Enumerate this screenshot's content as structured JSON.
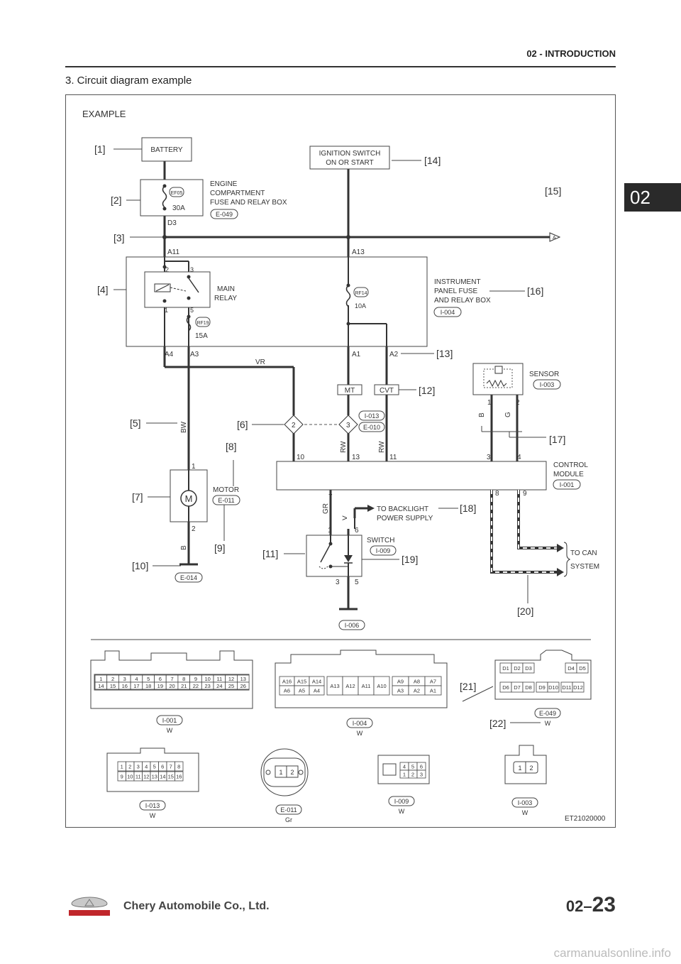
{
  "header": {
    "title": "02 - INTRODUCTION",
    "section": "3.  Circuit diagram example",
    "tab": "02"
  },
  "diagram": {
    "example": "EXAMPLE",
    "code": "ET21020000",
    "callouts": [
      "[1]",
      "[2]",
      "[3]",
      "[4]",
      "[5]",
      "[6]",
      "[7]",
      "[8]",
      "[9]",
      "[10]",
      "[11]",
      "[12]",
      "[13]",
      "[14]",
      "[15]",
      "[16]",
      "[17]",
      "[18]",
      "[19]",
      "[20]",
      "[21]",
      "[22]"
    ],
    "battery": "BATTERY",
    "ignition": [
      "IGNITION SWITCH",
      "ON OR START"
    ],
    "engine_box": [
      "ENGINE",
      "COMPARTMENT",
      "FUSE AND RELAY BOX"
    ],
    "fuse_ef05": "EF05",
    "fuse_ef05_amp": "30A",
    "pin_d3": "D3",
    "pins": {
      "a11": "A11",
      "a13": "A13",
      "a4": "A4",
      "a3": "A3",
      "a1": "A1",
      "a2": "A2"
    },
    "relay": [
      "MAIN",
      "RELAY"
    ],
    "relay_pins": [
      "2",
      "3",
      "1",
      "5"
    ],
    "fuse_rf14": "RF14",
    "fuse_rf14_amp": "10A",
    "fuse_rf19": "RF19",
    "fuse_rf19_amp": "15A",
    "ipanel": [
      "INSTRUMENT",
      "PANEL FUSE",
      "AND RELAY BOX"
    ],
    "sensor": "SENSOR",
    "wires": {
      "vr": "VR",
      "bw": "BW",
      "rw1": "RW",
      "rw2": "RW",
      "b": "B",
      "g": "G",
      "gr": "GR",
      "b2": "B"
    },
    "mt": "MT",
    "cvt": "CVT",
    "splice2": "2",
    "splice3": "3",
    "control": [
      "CONTROL",
      "MODULE"
    ],
    "cm_pins": [
      "10",
      "13",
      "11",
      "3",
      "4",
      "7",
      "8",
      "9"
    ],
    "sensor_pins": [
      "1",
      "2"
    ],
    "motor_pins": [
      "1",
      "2"
    ],
    "motor": "MOTOR",
    "m": "M",
    "switch": "SWITCH",
    "sw_pins": [
      "1",
      "6",
      "3",
      "5"
    ],
    "backlight": [
      "TO BACKLIGHT",
      "POWER SUPPLY"
    ],
    "can": [
      "TO CAN",
      "SYSTEM"
    ],
    "refs": {
      "e049": "E-049",
      "i004": "I-004",
      "i003": "I-003",
      "i013": "I-013",
      "e010": "E-010",
      "i001": "I-001",
      "e011": "E-011",
      "i009": "I-009",
      "e014": "E-014",
      "i006": "I-006"
    },
    "arrow_gt": ">",
    "conn_colors": {
      "w": "W",
      "gr": "Gr"
    },
    "c_i001_row1": [
      "1",
      "2",
      "3",
      "4",
      "5",
      "6",
      "7",
      "8",
      "9",
      "10",
      "11",
      "12",
      "13"
    ],
    "c_i001_row2": [
      "14",
      "15",
      "16",
      "17",
      "18",
      "19",
      "20",
      "21",
      "22",
      "23",
      "24",
      "25",
      "26"
    ],
    "c_i004_l1": [
      "A16",
      "A15",
      "A14"
    ],
    "c_i004_l2": [
      "A6",
      "A5",
      "A4"
    ],
    "c_i004_mid": [
      "A13",
      "A12",
      "A11",
      "A10"
    ],
    "c_i004_r1": [
      "A9",
      "A8",
      "A7"
    ],
    "c_i004_r2": [
      "A3",
      "A2",
      "A1"
    ],
    "c_e049_r1": [
      "D1",
      "D2",
      "D3",
      "D4",
      "D5"
    ],
    "c_e049_r2": [
      "D6",
      "D7",
      "D8",
      "D9",
      "D10",
      "D11",
      "D12"
    ],
    "c_i013_r1": [
      "1",
      "2",
      "3",
      "4",
      "5",
      "6",
      "7",
      "8"
    ],
    "c_i013_r2": [
      "9",
      "10",
      "11",
      "12",
      "13",
      "14",
      "15",
      "16"
    ],
    "c_e011": [
      "1",
      "2"
    ],
    "c_i009_r1": [
      "4",
      "5",
      "6"
    ],
    "c_i009_r2": [
      "1",
      "2",
      "3"
    ],
    "c_i003": [
      "1",
      "2"
    ]
  },
  "footer": {
    "company": "Chery Automobile Co., Ltd.",
    "page_prefix": "02–",
    "page_num": "23",
    "watermark": "carmanualsonline.info"
  }
}
